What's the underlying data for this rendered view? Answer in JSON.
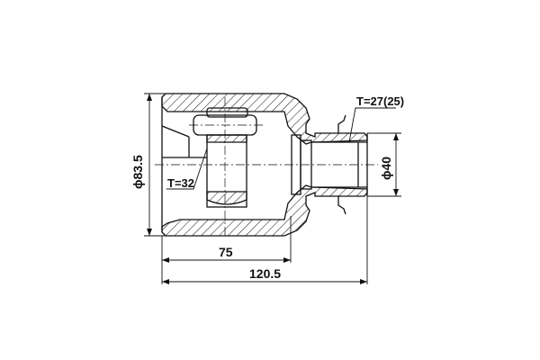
{
  "drawing": {
    "type": "CV joint (inner) cross-section technical drawing",
    "dimensions": {
      "outer_diameter": "ϕ83.5",
      "shaft_diameter": "ϕ40",
      "length_housing": "75",
      "length_total": "120.5"
    },
    "spline_labels": {
      "inner_spline": "T=32",
      "outer_spline": "T=27(25)"
    },
    "colors": {
      "line": "#111111",
      "background": "#ffffff"
    }
  }
}
